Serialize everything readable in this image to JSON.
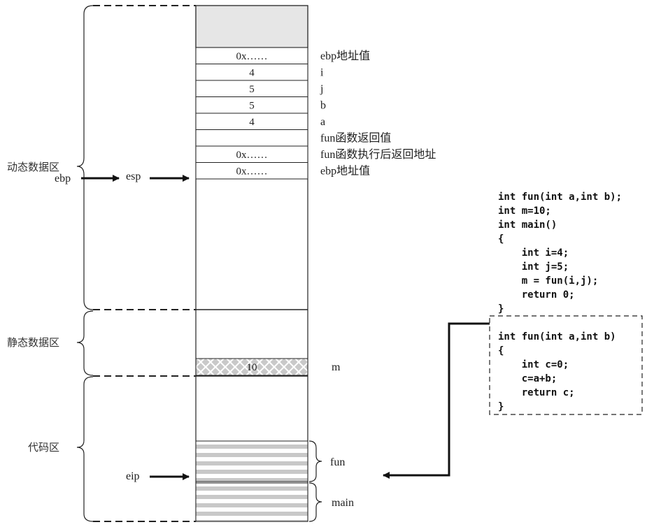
{
  "zones": {
    "dynamic": "动态数据区",
    "static": "静态数据区",
    "code": "代码区"
  },
  "stack_cells": [
    {
      "value": "0x……",
      "label": "ebp地址值"
    },
    {
      "value": "4",
      "label": "i"
    },
    {
      "value": "5",
      "label": "j"
    },
    {
      "value": "5",
      "label": "b"
    },
    {
      "value": "4",
      "label": "a"
    },
    {
      "value": "",
      "label": "fun函数返回值"
    },
    {
      "value": "0x……",
      "label": "fun函数执行后返回地址"
    },
    {
      "value": "0x……",
      "label": "ebp地址值"
    }
  ],
  "registers": {
    "ebp": "ebp",
    "esp": "esp",
    "eip": "eip"
  },
  "static_cell": {
    "value": "10",
    "label": "m"
  },
  "code_blocks": {
    "fun": "fun",
    "main": "main"
  },
  "code_main": [
    "int fun(int a,int b);",
    "int m=10;",
    "int main()",
    "{",
    "    int i=4;",
    "    int j=5;",
    "    m = fun(i,j);",
    "    return 0;",
    "}"
  ],
  "code_fun": [
    "int fun(int a,int b)",
    "{",
    "    int c=0;",
    "    c=a+b;",
    "    return c;",
    "}"
  ]
}
